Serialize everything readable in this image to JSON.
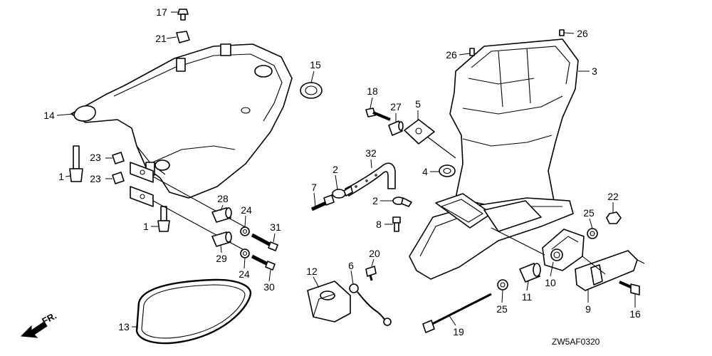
{
  "diagram": {
    "code": "ZW5AF0320",
    "direction_label": "FR.",
    "callouts": [
      "17",
      "21",
      "14",
      "1",
      "23",
      "23",
      "1",
      "15",
      "28",
      "24",
      "31",
      "29",
      "24",
      "30",
      "13",
      "18",
      "27",
      "5",
      "32",
      "2",
      "4",
      "7",
      "2",
      "8",
      "20",
      "6",
      "12",
      "26",
      "26",
      "3",
      "22",
      "25",
      "10",
      "11",
      "25",
      "9",
      "16",
      "19"
    ]
  }
}
